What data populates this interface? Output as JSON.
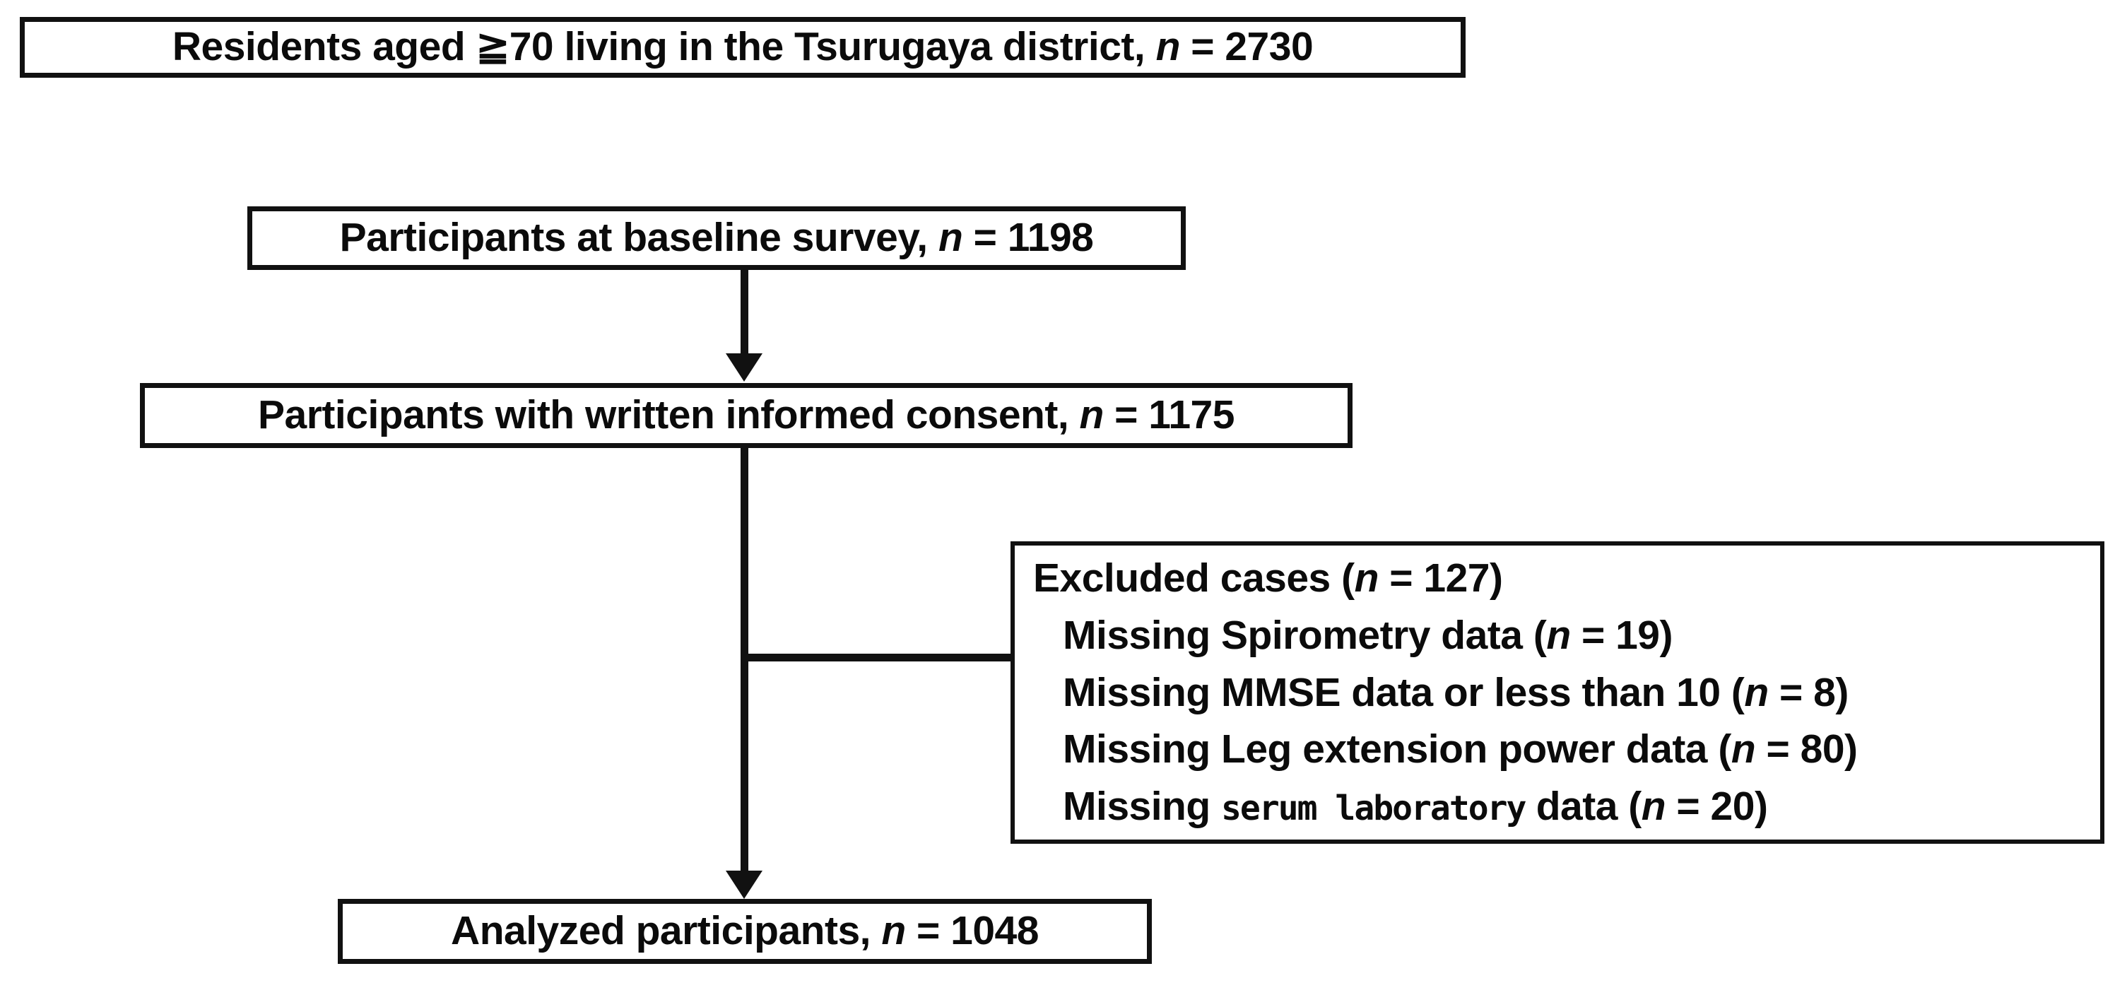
{
  "figure": {
    "type": "participant-flow-diagram",
    "title": "Participant flow diagram",
    "background_color": "#ffffff",
    "line_color": "#111111",
    "text_color": "#0b0b0b"
  },
  "nodes": {
    "residents": {
      "id": "residents",
      "label": "Residents aged ≧70 living in the Tsurugaya district, ",
      "n_label": "n",
      "n_value": " = 2730",
      "full_text": "Residents aged ≧70 living in the Tsurugaya district, n = 2730",
      "count": 2730
    },
    "baseline": {
      "id": "baseline",
      "label": "Participants at baseline survey, ",
      "n_label": "n",
      "n_value": " = 1198",
      "full_text": "Participants at baseline survey, n = 1198",
      "count": 1198
    },
    "consent": {
      "id": "consent",
      "label": "Participants with written informed consent, ",
      "n_label": "n",
      "n_value": " = 1175",
      "full_text": "Participants with written informed consent, n = 1175",
      "count": 1175
    },
    "analyzed": {
      "id": "analyzed",
      "label": "Analyzed participants, ",
      "n_label": "n",
      "n_value": " = 1048",
      "full_text": "Analyzed participants, n = 1048",
      "count": 1048
    }
  },
  "excluded": {
    "title_prefix": "Excluded cases (",
    "title_n": "n",
    "title_suffix": " = 127)",
    "title_full": "Excluded cases (n = 127)",
    "total": 127,
    "items": [
      {
        "prefix": "Missing Spirometry data (",
        "n_label": "n",
        "suffix": " = 19)",
        "full_text": "Missing Spirometry data (n = 19)",
        "reason": "Missing Spirometry data",
        "count": 19,
        "narrow_word": ""
      },
      {
        "prefix": "Missing MMSE data or less than 10 (",
        "n_label": "n",
        "suffix": " = 8)",
        "full_text": "Missing MMSE data or less than 10 (n = 8)",
        "reason": "Missing MMSE data or less than 10",
        "count": 8,
        "narrow_word": ""
      },
      {
        "prefix": "Missing Leg extension power data (",
        "n_label": "n",
        "suffix": " = 80)",
        "full_text": "Missing Leg extension power data (n = 80)",
        "reason": "Missing Leg extension power data",
        "count": 80,
        "narrow_word": ""
      },
      {
        "prefix": "Missing ",
        "narrow_word": "serum laboratory",
        "mid": " data (",
        "n_label": "n",
        "suffix": " = 20)",
        "full_text": "Missing serum laboratory data (n = 20)",
        "reason": "Missing serum laboratory data",
        "count": 20
      }
    ]
  },
  "connectors": [
    {
      "id": "baseline-to-consent",
      "from": "baseline",
      "to": "consent",
      "style": "arrow-down"
    },
    {
      "id": "consent-to-analyzed",
      "from": "consent",
      "to": "analyzed",
      "style": "arrow-down"
    },
    {
      "id": "consent-to-excluded",
      "from": "consent",
      "to": "excluded",
      "style": "branch-right"
    }
  ]
}
